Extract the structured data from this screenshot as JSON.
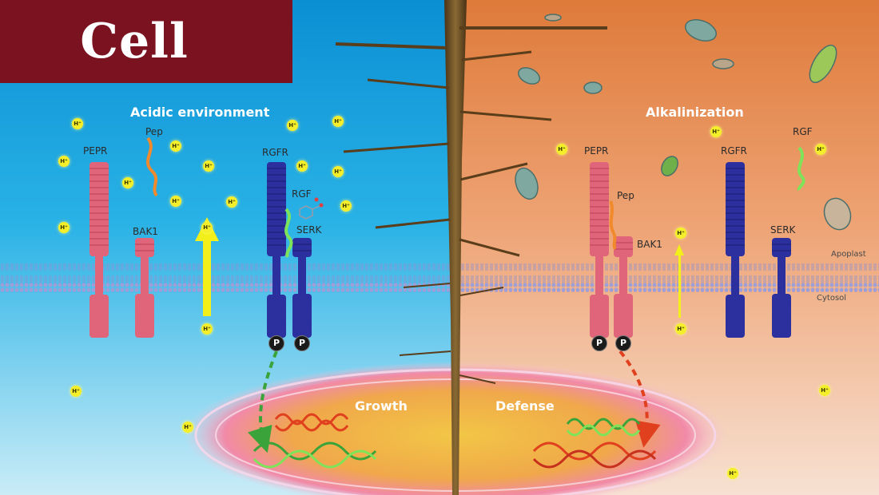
{
  "brand": {
    "name": "Cell"
  },
  "headings": {
    "left_environment": "Acidic environment",
    "right_environment": "Alkalinization"
  },
  "left_panel": {
    "pepr": "PEPR",
    "pep": "Pep",
    "bak1": "BAK1",
    "rgfr": "RGFR",
    "rgf": "RGF",
    "serk": "SERK",
    "outcome": "Growth"
  },
  "right_panel": {
    "pepr": "PEPR",
    "pep": "Pep",
    "bak1": "BAK1",
    "rgfr": "RGFR",
    "rgf": "RGF",
    "serk": "SERK",
    "apoplast": "Apoplast",
    "cytosol": "Cytosol",
    "outcome": "Defense"
  },
  "symbols": {
    "proton": "H⁺",
    "phosphate": "P"
  },
  "colors": {
    "acidic_bg": "#19a3dc",
    "alkaline_bg": "#e88a4a",
    "pepr_receptor": "#e0647a",
    "rgfr_receptor": "#2c2f9e",
    "proton": "#f4ef2a",
    "rgf_peptide": "#7fe35a",
    "pep_peptide": "#f08a2c",
    "growth_arrow": "#3aa33a",
    "defense_arrow": "#e0401e",
    "brand_bg": "#7a1220"
  },
  "icons": [
    "proton-icon",
    "phosphate-icon",
    "dna-helix-icon",
    "pathogen-icon",
    "root-icon"
  ]
}
